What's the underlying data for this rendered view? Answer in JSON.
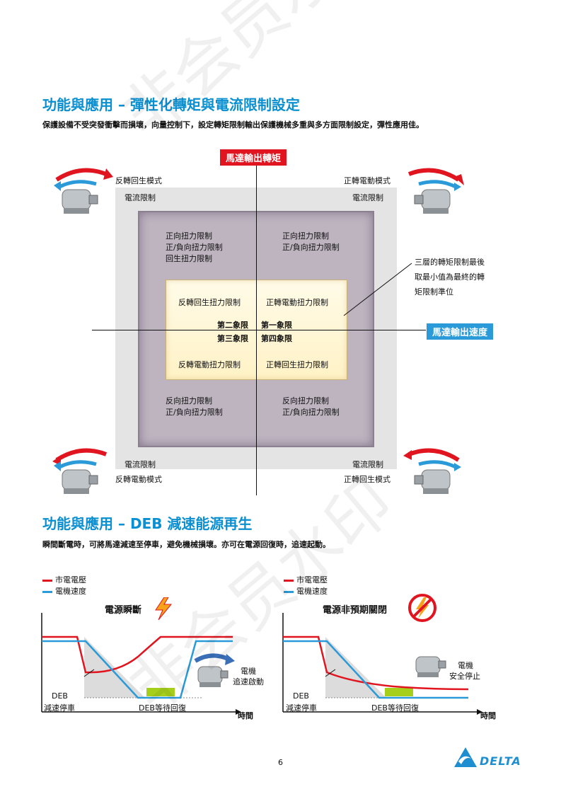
{
  "watermark": "非会员水印",
  "section1": {
    "title": "功能與應用 – 彈性化轉矩與電流限制設定",
    "lead": "保護設備不受突發衝擊而損壞，向量控制下，設定轉矩限制輸出保護機械多重與多方面限制設定，彈性應用佳。",
    "y_axis_label": "馬達輸出轉矩",
    "x_axis_label": "馬達輸出速度",
    "corners": {
      "top_left_mode": "反轉回生模式",
      "top_left_current": "電流限制",
      "top_right_mode": "正轉電動模式",
      "top_right_current": "電流限制",
      "bottom_left_current": "電流限制",
      "bottom_left_mode": "反轉電動模式",
      "bottom_right_current": "電流限制",
      "bottom_right_mode": "正轉回生模式"
    },
    "middle": {
      "top_left": [
        "正向扭力限制",
        "正/負向扭力限制",
        "回生扭力限制"
      ],
      "top_right": [
        "正向扭力限制",
        "正/負向扭力限制"
      ],
      "bottom_left": [
        "反向扭力限制",
        "正/負向扭力限制"
      ],
      "bottom_right": [
        "反向扭力限制",
        "正/負向扭力限制"
      ]
    },
    "inner": {
      "top_left": "反轉回生扭力限制",
      "top_right": "正轉電動扭力限制",
      "bottom_left": "反轉電動扭力限制",
      "bottom_right": "正轉回生扭力限制",
      "q2": "第二象限",
      "q1": "第一象限",
      "q3": "第三象限",
      "q4": "第四象限"
    },
    "note": [
      "三層的轉矩限制最後",
      "取最小值為最終的轉",
      "矩限制準位"
    ]
  },
  "section2": {
    "title_prefix": "功能與應用 – ",
    "title_deb": "DEB",
    "title_suffix": " 減速能源再生",
    "lead": "瞬間斷電時，可將馬達減速至停車，避免機械損壞。亦可在電源回復時，追速起動。",
    "legend": {
      "voltage": "市電電壓",
      "speed": "電機速度"
    },
    "graph1": {
      "title": "電源瞬斷",
      "deb_line1": "DEB",
      "deb_line2": "減速停車",
      "wait": "DEB等待回復",
      "motor_line1": "電機",
      "motor_line2": "追速啟動",
      "time": "時間"
    },
    "graph2": {
      "title": "電源非預期關閉",
      "deb_line1": "DEB",
      "deb_line2": "減速停車",
      "wait": "DEB等待回復",
      "motor_line1": "電機",
      "motor_line2": "安全停止",
      "time": "時間"
    }
  },
  "footer": {
    "page_number": "6",
    "brand": "DELTA"
  },
  "colors": {
    "title_blue": "#0a8fd0",
    "red": "#e0151f",
    "blue": "#2a9ad8",
    "green": "#a6cf1b"
  }
}
